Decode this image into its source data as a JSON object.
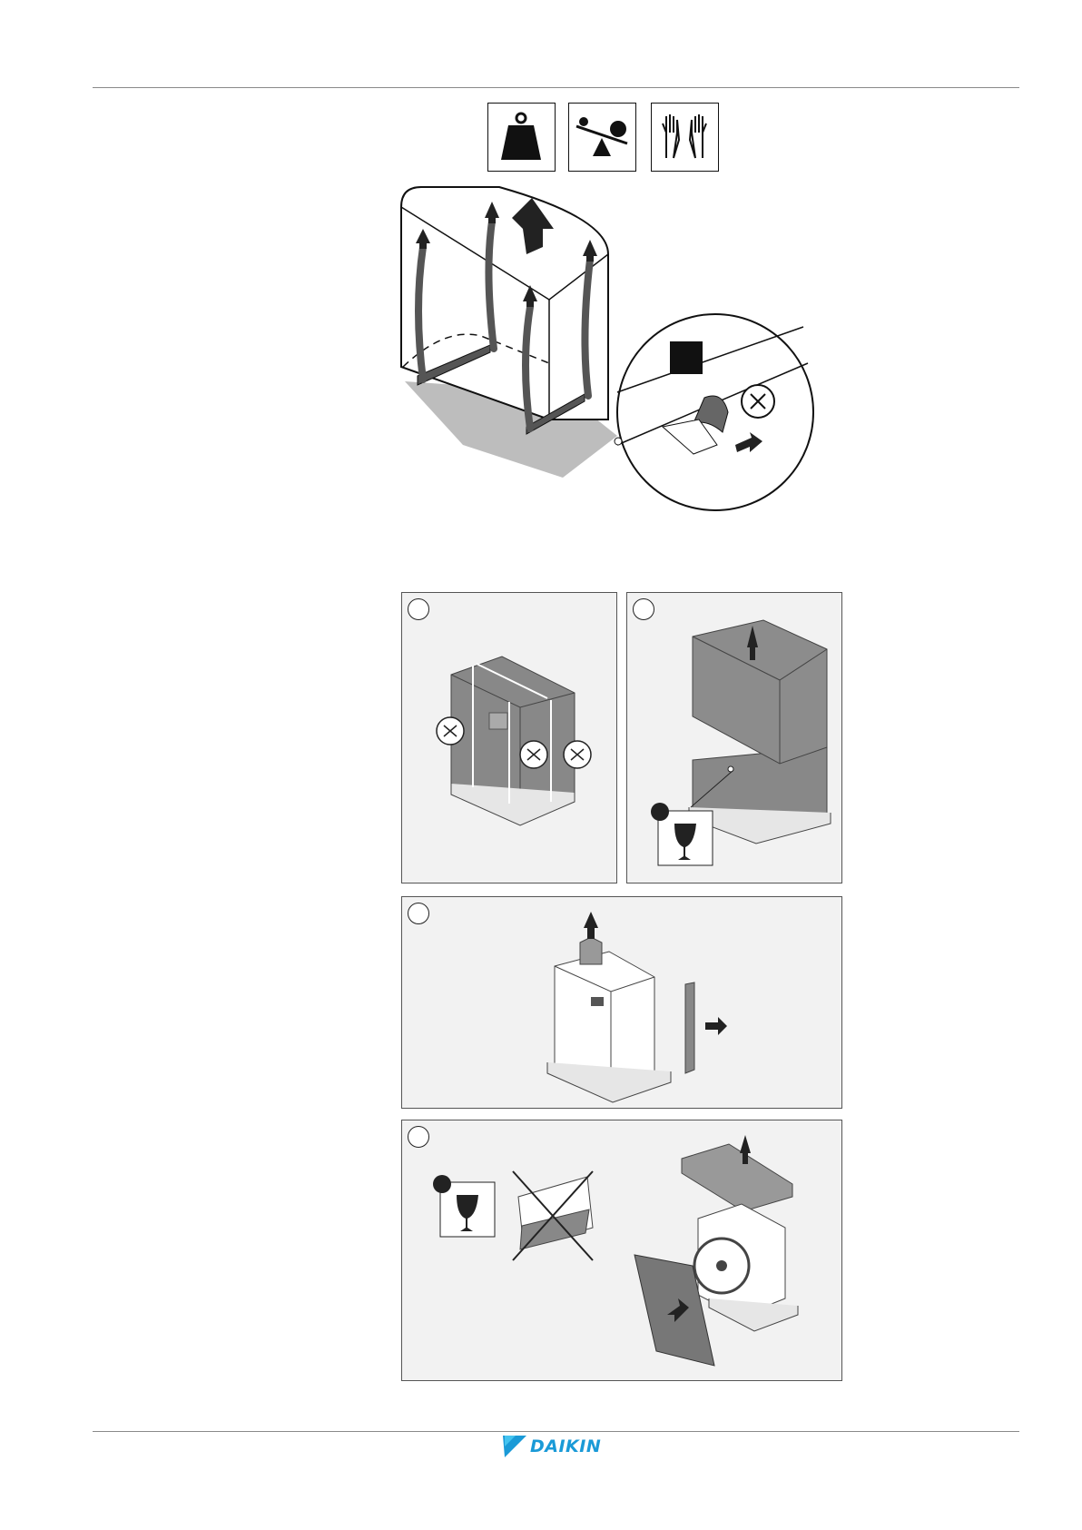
{
  "header": {
    "divider": true
  },
  "safety_icons": [
    {
      "name": "heavy-weight-icon"
    },
    {
      "name": "balance-center-of-gravity-icon"
    },
    {
      "name": "gloves-icon"
    }
  ],
  "lifting_figure": {
    "name": "unit-lifted-with-slings"
  },
  "steps": [
    {
      "id": "step-1",
      "number": ""
    },
    {
      "id": "step-2",
      "number": ""
    },
    {
      "id": "step-3",
      "number": ""
    },
    {
      "id": "step-4",
      "number": ""
    }
  ],
  "footer": {
    "brand": "DAIKIN"
  }
}
